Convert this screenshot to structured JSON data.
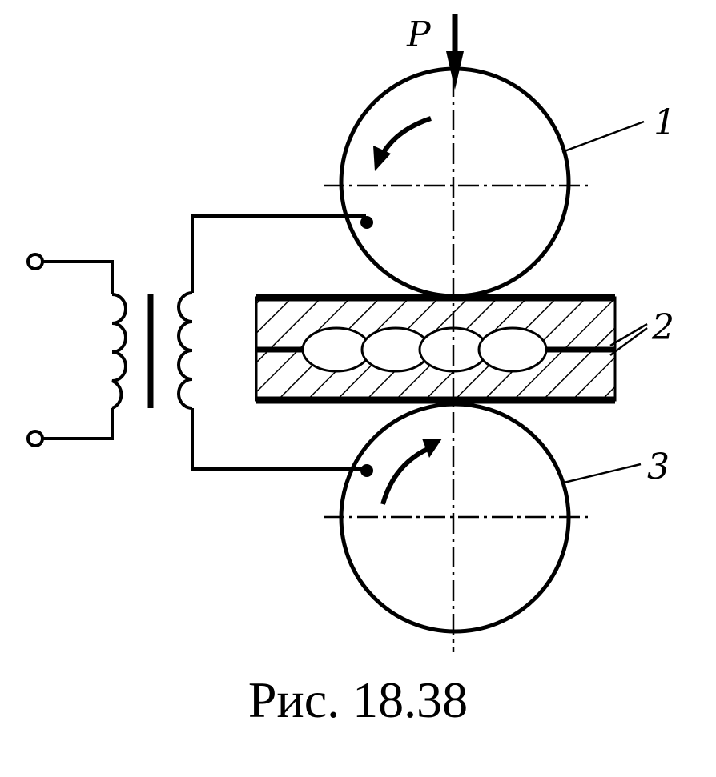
{
  "diagram": {
    "labels": {
      "force": "P",
      "top_roller": "1",
      "workpieces": "2",
      "bottom_roller": "3"
    }
  },
  "caption": "Рис. 18.38",
  "colors": {
    "ink": "#000000",
    "paper": "#ffffff"
  }
}
